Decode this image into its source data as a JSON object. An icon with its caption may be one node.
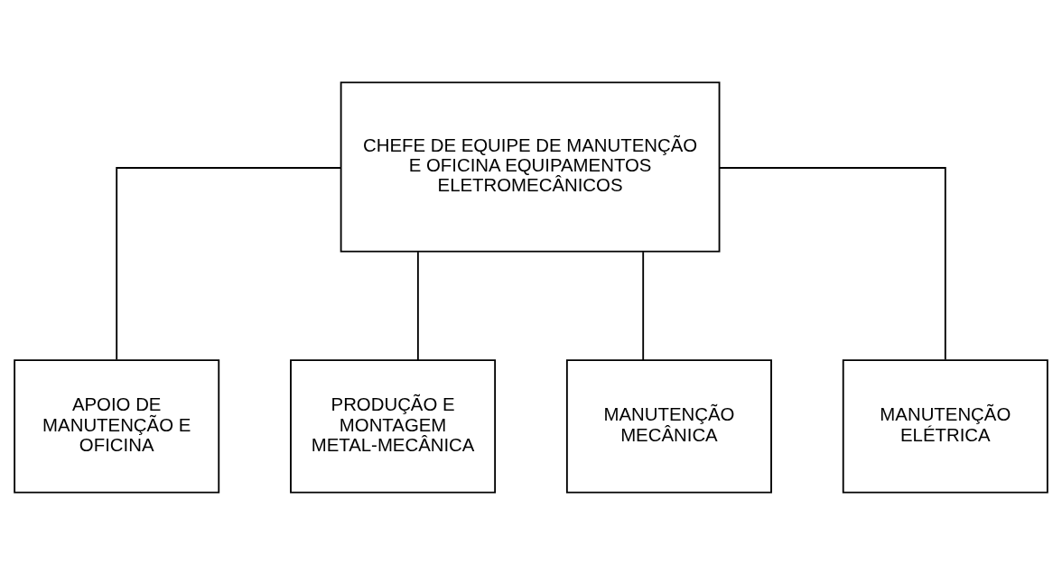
{
  "diagram": {
    "nodes": [
      {
        "text": [
          "CHEFE DE EQUIPE DE MANUTENÇÃO E OFICINA EQUIPAMENTOS ELETROMECÂNICOS"
        ]
      },
      {
        "text": [
          "APOIO DE MANUTENÇÃO E OFICINA"
        ]
      },
      {
        "text": [
          "PRODUÇÃO E MONTAGEM METAL-MECÂNICA"
        ]
      },
      {
        "text": [
          "MANUTENÇÃO MECÂNICA"
        ]
      },
      {
        "text": [
          "MANUTENÇÃO ELÉTRICA"
        ]
      }
    ],
    "edges": [
      {
        "from": 0,
        "to": 1,
        "arrow": "none"
      },
      {
        "from": 0,
        "to": 2,
        "arrow": "none"
      },
      {
        "from": 0,
        "to": 3,
        "arrow": "none"
      },
      {
        "from": 0,
        "to": 4,
        "arrow": "none"
      }
    ]
  }
}
